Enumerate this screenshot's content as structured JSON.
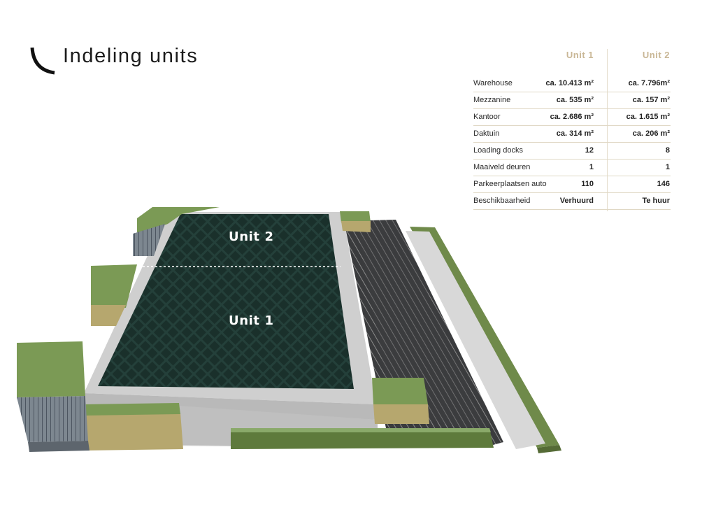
{
  "page": {
    "title": "Indeling units"
  },
  "table": {
    "columns": [
      "Unit 1",
      "Unit 2"
    ],
    "rows": [
      {
        "label": "Warehouse",
        "unit1": "ca. 10.413 m²",
        "unit2": "ca. 7.796m²"
      },
      {
        "label": "Mezzanine",
        "unit1": "ca. 535 m²",
        "unit2": "ca. 157 m²"
      },
      {
        "label": "Kantoor",
        "unit1": "ca. 2.686 m²",
        "unit2": "ca. 1.615 m²"
      },
      {
        "label": "Daktuin",
        "unit1": "ca. 314 m²",
        "unit2": "ca. 206 m²"
      },
      {
        "label": "Loading docks",
        "unit1": "12",
        "unit2": "8"
      },
      {
        "label": "Maaiveld deuren",
        "unit1": "1",
        "unit2": "1"
      },
      {
        "label": "Parkeerplaatsen auto",
        "unit1": "110",
        "unit2": "146"
      },
      {
        "label": "Beschikbaarheid",
        "unit1": "Verhuurd",
        "unit2": "Te huur"
      }
    ]
  },
  "aerial": {
    "unit_labels": [
      "Unit 2",
      "Unit 1"
    ]
  },
  "colors": {
    "accent": "#c9b796",
    "solar": "#1e3530",
    "roof": "#c8c8c8",
    "greenery": "#6f8a4a",
    "asphalt": "#3a3b3d"
  }
}
